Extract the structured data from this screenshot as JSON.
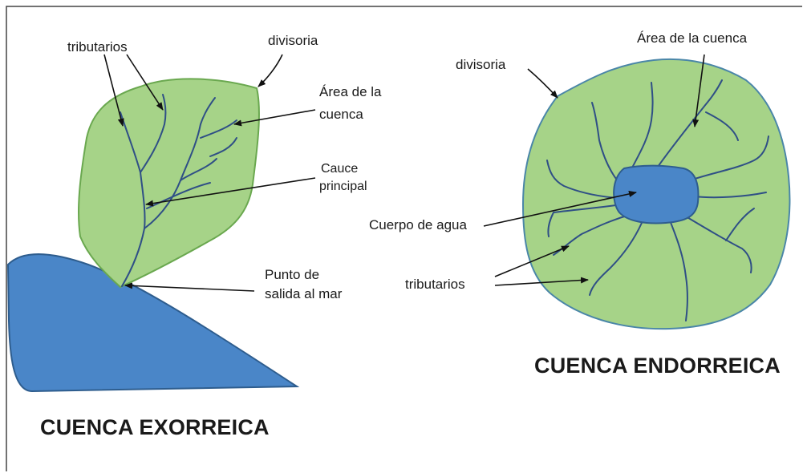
{
  "exorreica": {
    "title": "CUENCA EXORREICA",
    "tributarios": "tributarios",
    "divisoria": "divisoria",
    "area_line1": "Área de la",
    "area_line2": "cuenca",
    "cauce_line1": "Cauce",
    "cauce_line2": "principal",
    "punto_line1": "Punto de",
    "punto_line2": "salida al mar"
  },
  "endorreica": {
    "title": "CUENCA ENDORREICA",
    "divisoria": "divisoria",
    "area": "Área de la cuenca",
    "cuerpo": "Cuerpo de agua",
    "tributarios": "tributarios"
  },
  "colors": {
    "basin_fill": "#a6d388",
    "basin_stroke": "#6aa84f",
    "water_fill": "#4a86c8",
    "water_stroke": "#2e5d8e",
    "river": "#2f4f86",
    "arrow": "#111111"
  }
}
